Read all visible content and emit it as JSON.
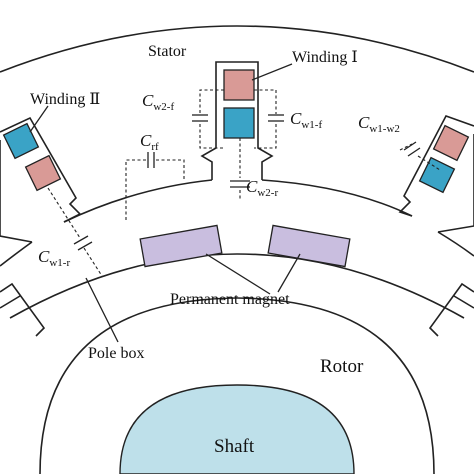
{
  "labels": {
    "stator": "Stator",
    "winding_1": "Winding Ⅰ",
    "winding_2": "Winding Ⅱ",
    "permanent_magnet": "Permanent magnet",
    "pole_box": "Pole box",
    "rotor": "Rotor",
    "shaft": "Shaft"
  },
  "capacitances": {
    "w2f": {
      "main": "C",
      "sub": "w2-f"
    },
    "w1f": {
      "main": "C",
      "sub": "w1-f"
    },
    "rf": {
      "main": "C",
      "sub": "rf"
    },
    "w2r": {
      "main": "C",
      "sub": "w2-r"
    },
    "w1w2": {
      "main": "C",
      "sub": "w1-w2"
    },
    "w1r": {
      "main": "C",
      "sub": "w1-r"
    }
  },
  "colors": {
    "winding_pink": "#d99a96",
    "winding_blue": "#3aa3c6",
    "magnet": "#c9bedf",
    "shaft": "#bee0ea",
    "line": "#222222"
  }
}
